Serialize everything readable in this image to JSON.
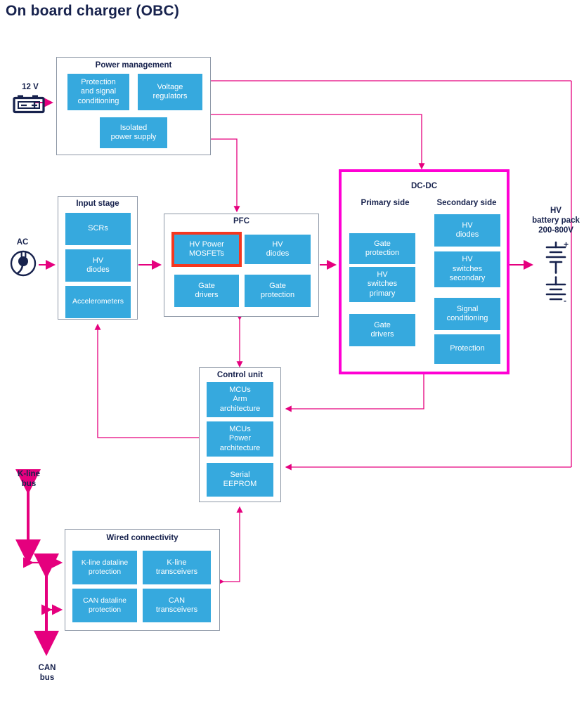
{
  "title": "On board charger (OBC)",
  "colors": {
    "block_fill": "#36a9de",
    "group_border": "#8d97a6",
    "wire": "#e5007e",
    "highlight_magenta": "#ff00d4",
    "highlight_red": "#f5371f",
    "text_dark": "#17224d"
  },
  "labels": {
    "dc_12v": "12 V",
    "ac": "AC",
    "hv_battery": "HV\nbattery pack\n200-800V",
    "hv_battery_line1": "HV",
    "hv_battery_line2": "battery pack",
    "hv_battery_line3": "200-800V",
    "kline_bus_line1": "K-line",
    "kline_bus_line2": "bus",
    "can_bus_line1": "CAN",
    "can_bus_line2": "bus"
  },
  "groups": {
    "power_management": {
      "title": "Power management",
      "blocks": [
        {
          "name": "protection-and-signal-conditioning",
          "label": "Protection\nand signal\nconditioning"
        },
        {
          "name": "voltage-regulators",
          "label": "Voltage\nregulators"
        },
        {
          "name": "isolated-power-supply",
          "label": "Isolated\npower supply"
        }
      ]
    },
    "input_stage": {
      "title": "Input stage",
      "blocks": [
        {
          "name": "scrs",
          "label": "SCRs"
        },
        {
          "name": "hv-diodes",
          "label": "HV\ndiodes"
        },
        {
          "name": "accelerometers",
          "label": "Accelerometers"
        }
      ]
    },
    "pfc": {
      "title": "PFC",
      "blocks": [
        {
          "name": "hv-power-mosfets",
          "label": "HV Power\nMOSFETs",
          "highlight": "red"
        },
        {
          "name": "hv-diodes",
          "label": "HV\ndiodes"
        },
        {
          "name": "gate-drivers",
          "label": "Gate\ndrivers"
        },
        {
          "name": "gate-protection",
          "label": "Gate\nprotection"
        }
      ]
    },
    "dc_dc": {
      "title": "DC-DC",
      "highlight": "magenta",
      "primary_side": {
        "title": "Primary side",
        "blocks": [
          {
            "name": "gate-protection",
            "label": "Gate\nprotection"
          },
          {
            "name": "hv-switches-primary",
            "label": "HV\nswitches\nprimary"
          },
          {
            "name": "gate-drivers",
            "label": "Gate\ndrivers"
          }
        ]
      },
      "secondary_side": {
        "title": "Secondary side",
        "blocks": [
          {
            "name": "hv-diodes",
            "label": "HV\ndiodes"
          },
          {
            "name": "hv-switches-secondary",
            "label": "HV\nswitches\nsecondary"
          },
          {
            "name": "signal-conditioning",
            "label": "Signal\nconditioning"
          },
          {
            "name": "protection",
            "label": "Protection"
          }
        ]
      }
    },
    "control_unit": {
      "title": "Control unit",
      "blocks": [
        {
          "name": "mcus-arm-architecture",
          "label": "MCUs\nArm\narchitecture"
        },
        {
          "name": "mcus-power-architecture",
          "label": "MCUs\nPower\narchitecture"
        },
        {
          "name": "serial-eeprom",
          "label": "Serial\nEEPROM"
        }
      ]
    },
    "wired_connectivity": {
      "title": "Wired connectivity",
      "blocks": [
        {
          "name": "k-line-dataline-protection",
          "label": "K-line dataline\nprotection"
        },
        {
          "name": "k-line-transceivers",
          "label": "K-line\ntransceivers"
        },
        {
          "name": "can-dataline-protection",
          "label": "CAN dataline\nprotection"
        },
        {
          "name": "can-transceivers",
          "label": "CAN\ntransceivers"
        }
      ]
    }
  },
  "icons": [
    {
      "name": "car-battery-icon",
      "meaning": "12 V battery source"
    },
    {
      "name": "ac-plug-icon",
      "meaning": "AC mains input"
    },
    {
      "name": "hv-battery-cell-icon",
      "meaning": "HV battery pack 200-800V"
    }
  ]
}
